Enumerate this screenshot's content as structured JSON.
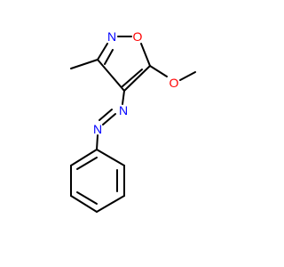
{
  "molecule": {
    "atoms": {
      "n_ring": {
        "text": "N",
        "color": "#0000ff"
      },
      "o_ring": {
        "text": "O",
        "color": "#ff0000"
      },
      "o_methoxy": {
        "text": "O",
        "color": "#ff0000"
      },
      "n_azo_1": {
        "text": "N",
        "color": "#0000ff"
      },
      "n_azo_2": {
        "text": "N",
        "color": "#0000ff"
      }
    },
    "bond_color": "#000000",
    "background": "#ffffff"
  }
}
